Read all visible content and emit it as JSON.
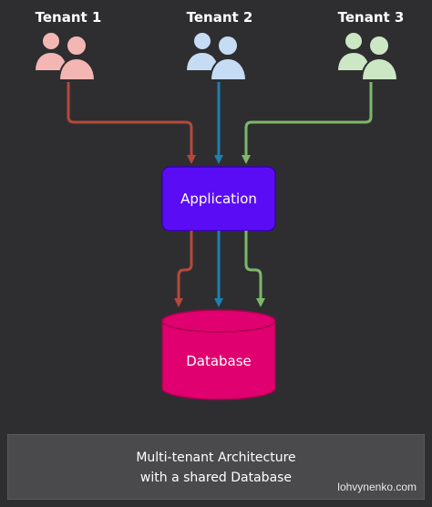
{
  "tenants": [
    {
      "label": "Tenant 1",
      "color": "#f4b6b3",
      "arrow_color": "#b5483a"
    },
    {
      "label": "Tenant 2",
      "color": "#c6dcf4",
      "arrow_color": "#1e7fb0"
    },
    {
      "label": "Tenant 3",
      "color": "#cbe7c4",
      "arrow_color": "#7cb86a"
    }
  ],
  "application": {
    "label": "Application",
    "color": "#5a0df5"
  },
  "database": {
    "label": "Database",
    "color": "#e0006f"
  },
  "caption": {
    "line1": "Multi-tenant Architecture",
    "line2": "with a shared Database",
    "watermark": "lohvynenko.com"
  }
}
